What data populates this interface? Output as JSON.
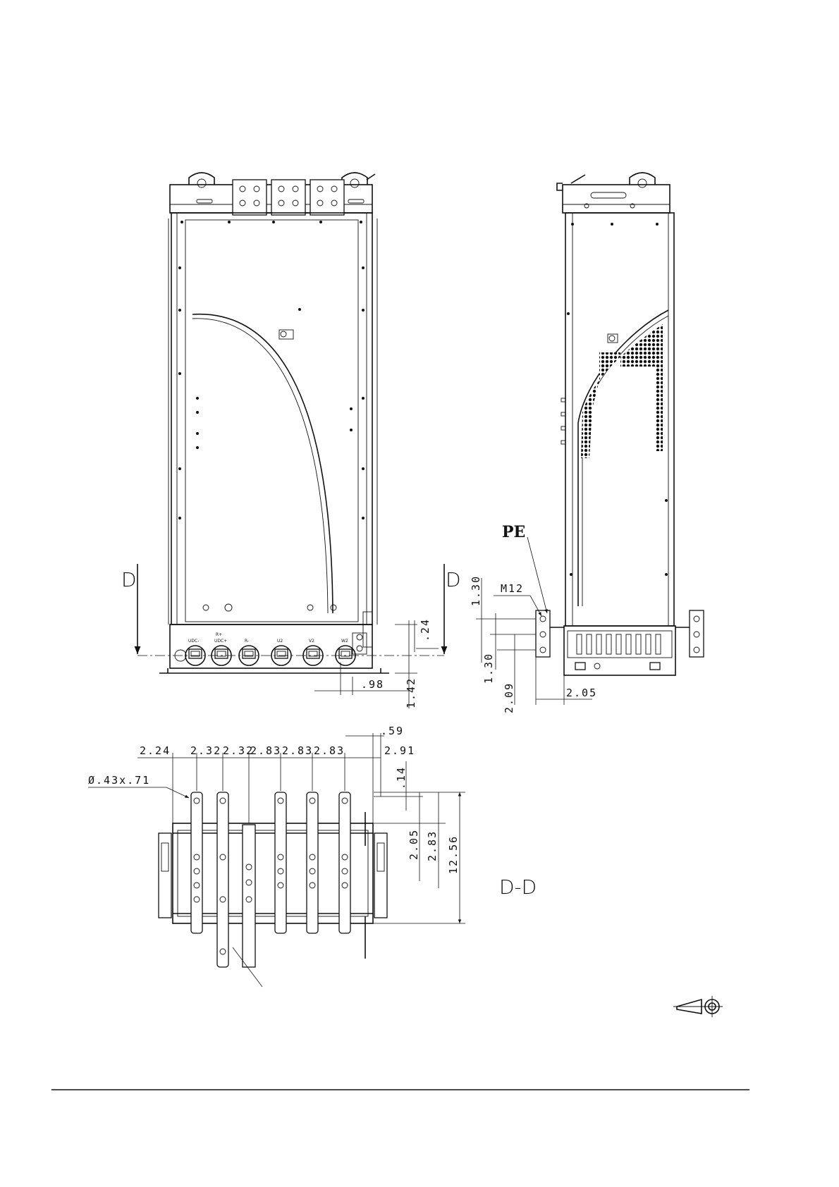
{
  "labels": {
    "section_left": "D",
    "section_right": "D",
    "section_view": "D-D",
    "pe": "PE",
    "bolt": "M12",
    "hole": "Ø.43x.71"
  },
  "terminals": [
    "UDC-",
    "R+\nUDC+",
    "R-",
    "U2",
    "V2",
    "W2"
  ],
  "dimensions": {
    "front_24": ".24",
    "front_98": ".98",
    "front_142": "1.42",
    "side_130a": "1.30",
    "side_130b": "1.30",
    "side_209": "2.09",
    "side_205": "2.05",
    "bot_224": "2.24",
    "bot_232a": "2.32",
    "bot_232b": "2.32",
    "bot_283a": "2.83",
    "bot_283b": "2.83",
    "bot_283c": "2.83",
    "bot_059": ".59",
    "bot_291": "2.91",
    "bot_014": ".14",
    "bot_205": "2.05",
    "bot_283v": "2.83",
    "bot_1256": "12.56"
  }
}
